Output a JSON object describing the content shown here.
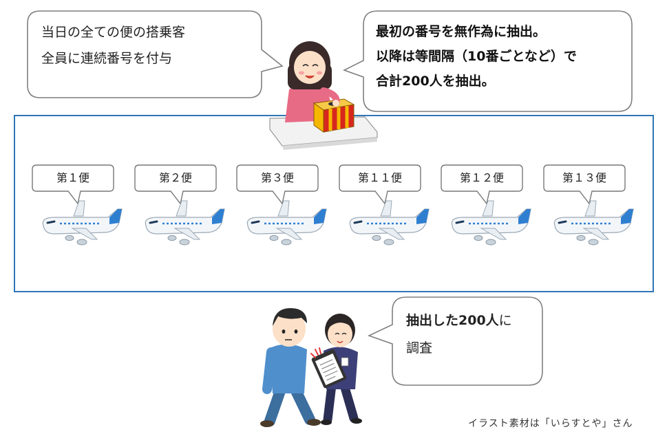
{
  "top_left_bubble": {
    "line1": "当日の全ての便の搭乗客",
    "line2": "全員に連続番号を付与"
  },
  "top_right_bubble": {
    "line1": "最初の番号を無作為に抽出。",
    "line2": "以降は等間隔（10番ごとなど）で",
    "line3": "合計200人を抽出。"
  },
  "flights": [
    {
      "label": "第１便"
    },
    {
      "label": "第２便"
    },
    {
      "label": "第３便"
    },
    {
      "label": "第１１便"
    },
    {
      "label": "第１２便"
    },
    {
      "label": "第１３便"
    }
  ],
  "bottom_bubble": {
    "line1_bold": "抽出した200人",
    "line1_rest": "に",
    "line2": "調査"
  },
  "credit": "イラスト素材は「いらすとや」さん",
  "colors": {
    "frame_border": "#2e75b6",
    "plane_tail": "#2f7fd1",
    "box_red": "#d7261e",
    "box_yellow": "#f5b800"
  }
}
